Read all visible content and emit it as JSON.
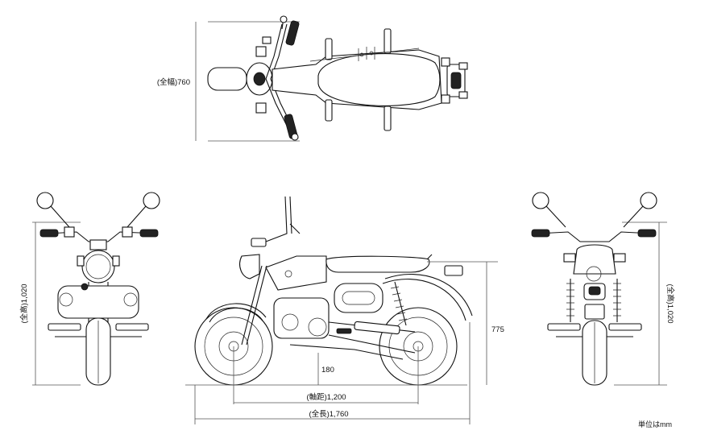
{
  "dimensions": {
    "width_label": "(全幅)760",
    "height_front_label": "(全高)1,020",
    "height_rear_label": "(全高)1,020",
    "seat_height": "775",
    "ground_clearance": "180",
    "wheelbase_label": "(軸距)1,200",
    "length_label": "(全長)1,760"
  },
  "units_note": "単位はmm"
}
